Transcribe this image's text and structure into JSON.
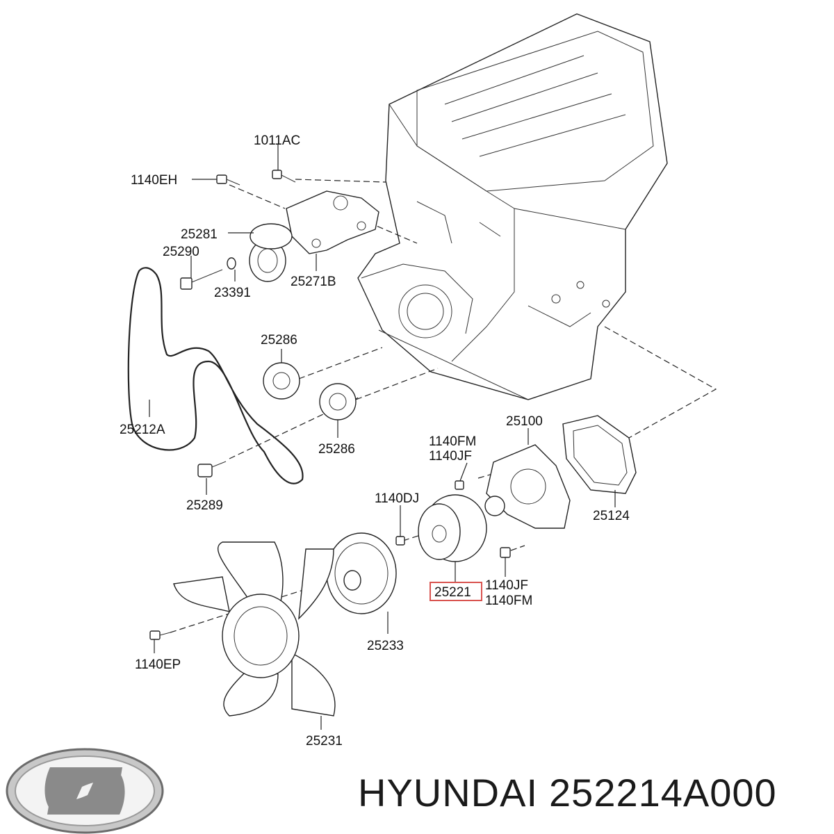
{
  "labels": {
    "l1011AC": "1011AC",
    "l1140EH": "1140EH",
    "l25281": "25281",
    "l25290": "25290",
    "l23391": "23391",
    "l25271B": "25271B",
    "l25286a": "25286",
    "l25286b": "25286",
    "l25212A": "25212A",
    "l25289": "25289",
    "l25100": "25100",
    "l1140FM_a": "1140FM",
    "l1140JF_a": "1140JF",
    "l25124": "25124",
    "l1140DJ": "1140DJ",
    "l25221": "25221",
    "l1140JF_b": "1140JF",
    "l1140FM_b": "1140FM",
    "l25233": "25233",
    "l1140EP": "1140EP",
    "l25231": "25231"
  },
  "highlight": {
    "part": "25221",
    "color": "#d9534f"
  },
  "brand": {
    "name": "HYUNDAI",
    "part_number": "252214A000",
    "logo_icon": "hyundai-logo-icon"
  }
}
